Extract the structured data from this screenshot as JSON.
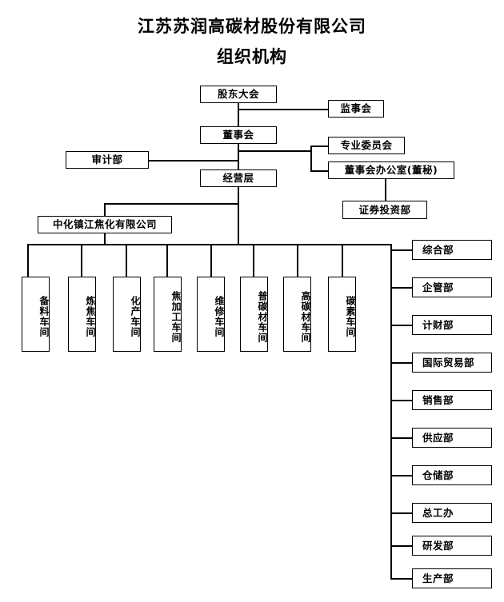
{
  "title": {
    "line1": "江苏苏润高碳材股份有限公司",
    "line2": "组织机构"
  },
  "governance": {
    "shareholders_meeting": "股东大会",
    "supervisory_board": "监事会",
    "board_of_directors": "董事会",
    "professional_committee": "专业委员会",
    "board_office": "董事会办公室(董秘)",
    "securities_investment_dept": "证券投资部",
    "audit_dept": "审计部",
    "management_level": "经营层"
  },
  "subsidiary": {
    "name": "中化镇江焦化有限公司"
  },
  "workshops": [
    {
      "label": "备料车间"
    },
    {
      "label": "炼焦车间"
    },
    {
      "label": "化产车间"
    },
    {
      "label": "焦加工车间"
    },
    {
      "label": "维修车间"
    },
    {
      "label": "普碳材车间"
    },
    {
      "label": "高碳材车间"
    },
    {
      "label": "碳素车间"
    }
  ],
  "departments": [
    {
      "label": "综合部"
    },
    {
      "label": "企管部"
    },
    {
      "label": "计财部"
    },
    {
      "label": "国际贸易部"
    },
    {
      "label": "销售部"
    },
    {
      "label": "供应部"
    },
    {
      "label": "仓储部"
    },
    {
      "label": "总工办"
    },
    {
      "label": "研发部"
    },
    {
      "label": "生产部"
    }
  ],
  "colors": {
    "line": "#000000",
    "box_border": "#000000",
    "background": "#ffffff",
    "text": "#000000"
  }
}
